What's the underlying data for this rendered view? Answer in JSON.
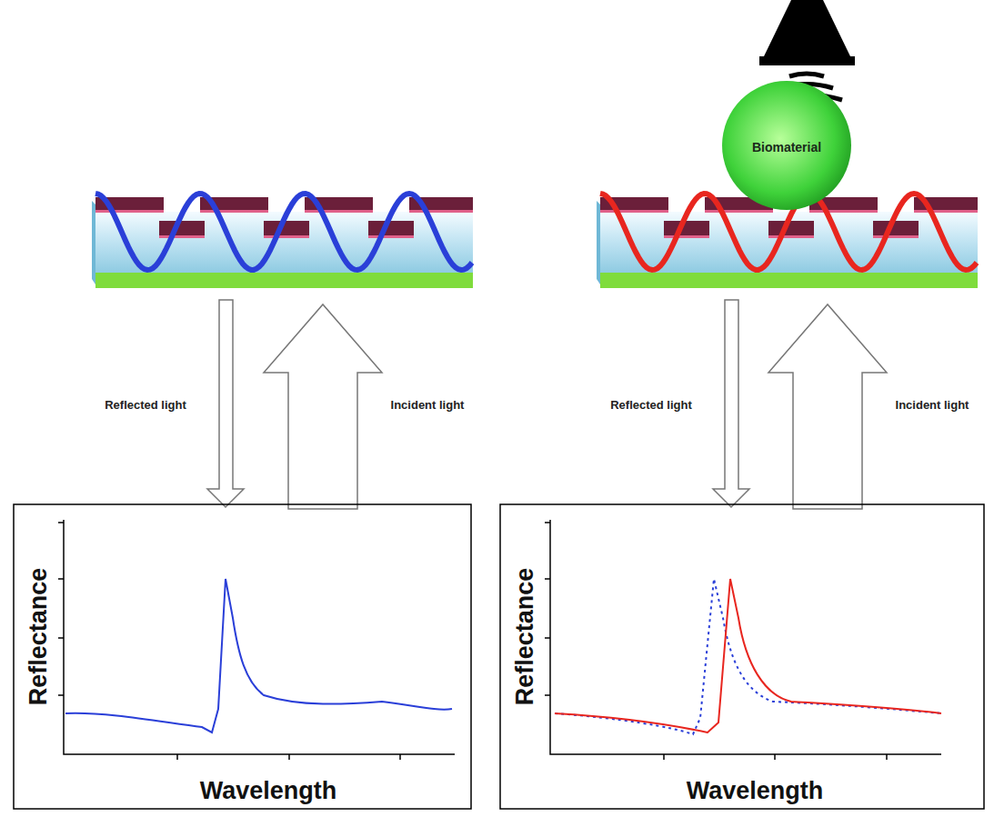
{
  "diagram": {
    "nodes": [
      {
        "text": [
          "Biomaterial"
        ]
      }
    ],
    "labels": [
      "Reflected light",
      "Incident light",
      "Reflected light",
      "Incident light",
      "Reflectance",
      "Wavelength",
      "Reflectance",
      "Wavelength"
    ]
  }
}
